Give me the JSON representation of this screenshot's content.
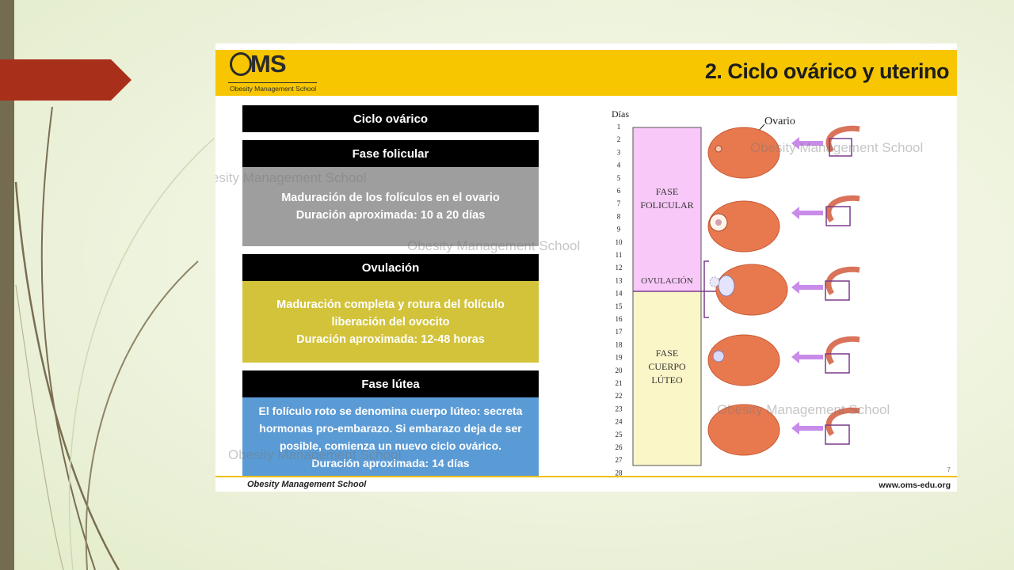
{
  "slide": {
    "logo_text": "MS",
    "logo_subtitle": "Obesity Management School",
    "title": "2. Ciclo ovárico y uterino",
    "watermark": "Obesity Management School",
    "watermark_cut": "esity Management School",
    "page_number": "7"
  },
  "ovarian": {
    "header": "Ciclo ovárico",
    "follicular": {
      "header": "Fase folicular",
      "line1": "Maduración de los folículos en el ovario",
      "line2": "Duración aproximada: 10 a 20 días",
      "color": "#9e9e9e"
    },
    "ovulation": {
      "header": "Ovulación",
      "line1": "Maduración completa y rotura del folículo",
      "line2": "liberación del ovocito",
      "line3": "Duración aproximada: 12-48 horas",
      "color": "#d2c33a"
    },
    "luteal": {
      "header": "Fase lútea",
      "line1": "El folículo roto se denomina cuerpo lúteo: secreta",
      "line2": "hormonas pro-embarazo. Si embarazo deja de ser",
      "line3": "posible, comienza un nuevo ciclo ovárico.",
      "line4": "Duración aproximada: 14 días",
      "color": "#5b9bd5"
    }
  },
  "diagram": {
    "days_label": "Días",
    "days": [
      "1",
      "2",
      "3",
      "4",
      "5",
      "6",
      "7",
      "8",
      "9",
      "10",
      "11",
      "12",
      "13",
      "14",
      "15",
      "16",
      "17",
      "18",
      "19",
      "20",
      "21",
      "22",
      "23",
      "24",
      "25",
      "26",
      "27",
      "28"
    ],
    "phase_follicular_line1": "FASE",
    "phase_follicular_line2": "FOLICULAR",
    "phase_ovulation": "OVULACIÓN",
    "phase_luteal_line1": "FASE",
    "phase_luteal_line2": "CUERPO",
    "phase_luteal_line3": "LÚTEO",
    "ovary_label": "Ovario",
    "colors": {
      "follicular": "#f8c8f8",
      "luteal": "#fbf6c8",
      "ovary": "#e8794f",
      "arrow": "#c98bea",
      "box": "#7a3c8a"
    }
  },
  "footer": {
    "left": "Obesity Management School",
    "right": "www.oms-edu.org"
  }
}
